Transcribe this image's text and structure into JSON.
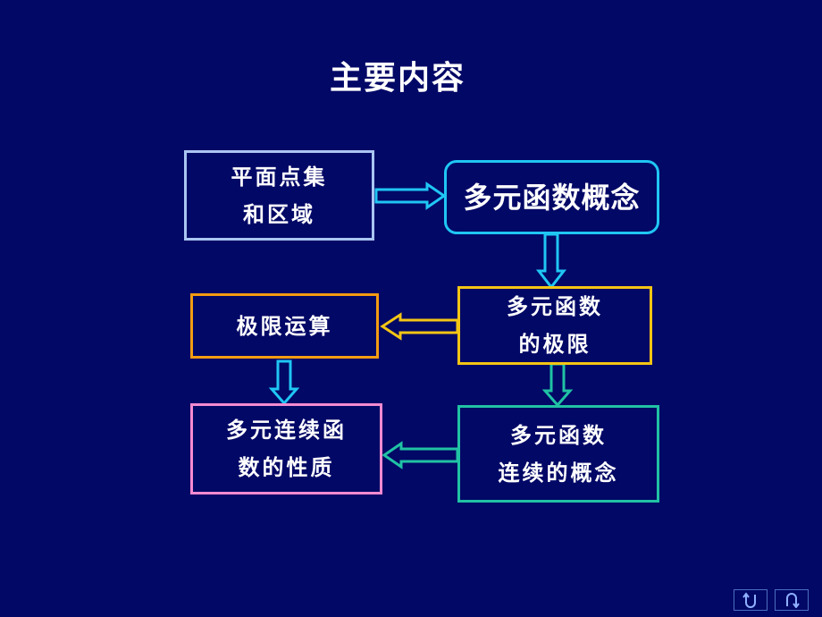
{
  "title": "主要内容",
  "boxes": {
    "plane_sets": [
      "平面点集",
      "和区域"
    ],
    "multivar_function": [
      "多元函数概念"
    ],
    "multivar_limit": [
      "多元函数",
      "的极限"
    ],
    "limit_operations": [
      "极限运算"
    ],
    "continuous_properties": [
      "多元连续函",
      "数的性质"
    ],
    "continuity_concept": [
      "多元函数",
      "连续的概念"
    ]
  },
  "colors": {
    "background": "#020866",
    "plane_sets_border": "#a9c5f2",
    "multivar_function_border": "#1fc6f4",
    "multivar_limit_border": "#f3c514",
    "limit_operations_border": "#f39c12",
    "continuous_properties_border": "#f48ad0",
    "continuity_concept_border": "#20c2a4",
    "arrow_cyan": "#1fc6f4",
    "arrow_yellow": "#f3c514",
    "arrow_teal": "#20c2a4"
  },
  "nav": {
    "back_icon": "return-arrow-icon",
    "exit_icon": "u-turn-icon"
  }
}
